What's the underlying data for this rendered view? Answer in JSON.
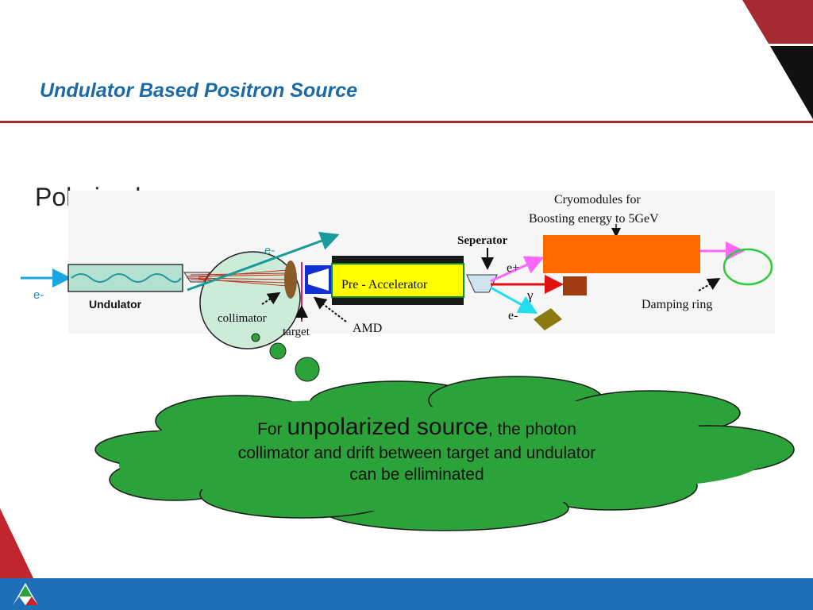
{
  "title": "Undulator Based Positron Source",
  "subtitle": "Polarized source:",
  "diagram": {
    "incoming_beam": "e-",
    "undulator": "Undulator",
    "collimator": "collimator",
    "target": "target",
    "amd": "AMD",
    "pre_accelerator": "Pre  - Accelerator",
    "electron_out": "e-",
    "separator": "Seperator",
    "positron": "e+",
    "gamma": "γ",
    "electron_dump": "e-",
    "cryomodules_line1": "Cryomodules for",
    "cryomodules_line2": "Boosting energy to 5GeV",
    "damping_ring": "Damping ring"
  },
  "callout": {
    "prefix": "For ",
    "emphasis": "unpolarized source",
    "line1_rest": ", the photon",
    "line2": "collimator and drift between target and undulator",
    "line3": "can be elliminated"
  },
  "colors": {
    "title": "#1a6aa6",
    "rule": "#a52a32",
    "cloud": "#2ca33a",
    "accelerator": "#ffff00",
    "cryomodule": "#ff6a00",
    "footer": "#1f6fb8"
  }
}
